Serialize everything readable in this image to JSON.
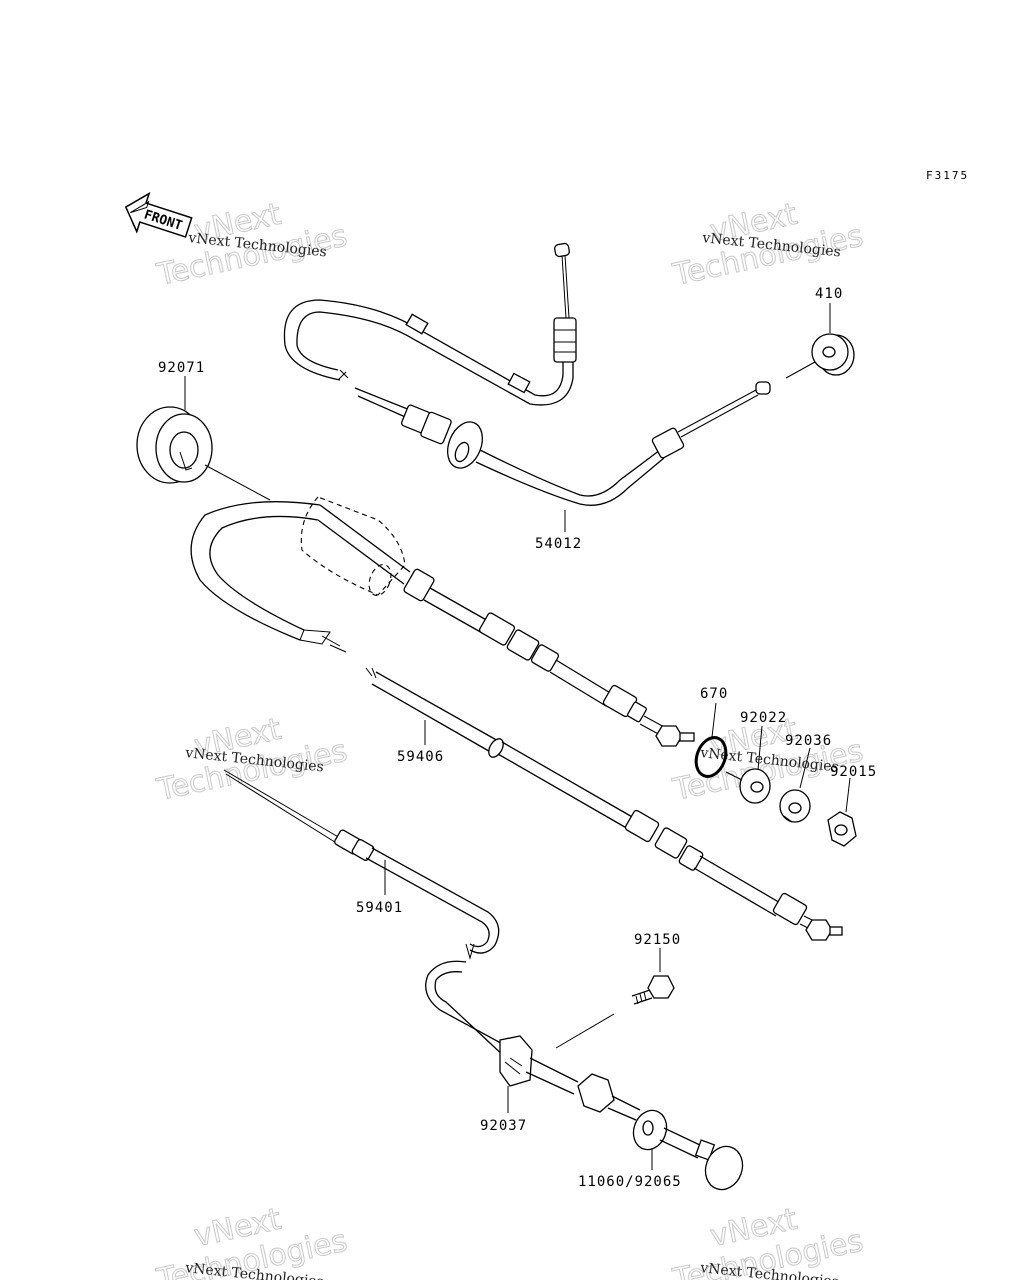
{
  "figure_code": "F3175",
  "front_label": "FRONT",
  "watermark": {
    "brand_big": "vNext",
    "brand_big2": "Technologies",
    "brand_small": "vNext Technologies"
  },
  "parts": {
    "p410": "410",
    "p92071": "92071",
    "p54012": "54012",
    "p670": "670",
    "p92022": "92022",
    "p92036": "92036",
    "p92015": "92015",
    "p59406": "59406",
    "p59401": "59401",
    "p92150": "92150",
    "p92037": "92037",
    "p11060_92065": "11060/92065"
  }
}
